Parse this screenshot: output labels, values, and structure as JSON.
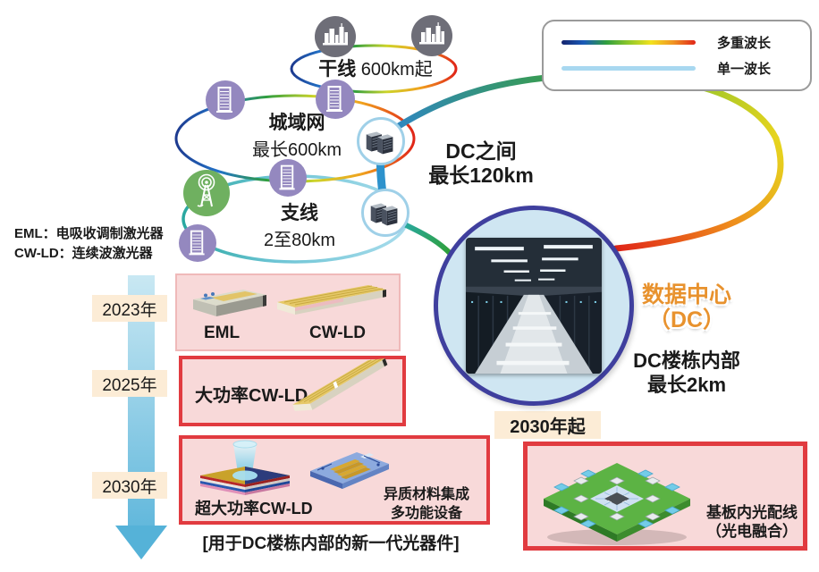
{
  "legend": {
    "items": [
      {
        "label": "多重波长",
        "line_type": "multi-wavelength-gradient"
      },
      {
        "label": "单一波长",
        "line_type": "single-wavelength-blue"
      }
    ]
  },
  "network": {
    "trunk": {
      "name": "干线",
      "distance": "600km起"
    },
    "metro": {
      "name": "城域网",
      "distance": "最长600km"
    },
    "branch": {
      "name": "支线",
      "distance": "2至80km"
    },
    "dc_link": {
      "name": "DC之间",
      "distance": "最长120km"
    },
    "datacenter": {
      "title": "数据中心",
      "title_paren": "（DC）",
      "sub_name": "DC楼栋内部",
      "sub_distance": "最长2km"
    }
  },
  "glossary": {
    "eml": "EML：电吸收调制激光器",
    "cwld": "CW-LD：连续波激光器"
  },
  "roadmap": {
    "years": [
      {
        "label": "2023年"
      },
      {
        "label": "2025年"
      },
      {
        "label": "2030年"
      }
    ],
    "box_2023": {
      "eml_label": "EML",
      "cwld_label": "CW-LD"
    },
    "box_2025": {
      "label": "大功率CW-LD"
    },
    "box_2030": {
      "left_label": "超大功率CW-LD",
      "right_label_1": "异质材料集成",
      "right_label_2": "多功能设备"
    },
    "caption": "[用于DC楼栋内部的新一代光器件]"
  },
  "future": {
    "year_label": "2030年起",
    "label_1": "基板内光配线",
    "label_2": "（光电融合）"
  },
  "colors": {
    "highlight_border_red": "#e13b40",
    "highlight_fill_pink": "#f8d9d9",
    "year_chip_peach": "#fcecd6",
    "dc_title_orange": "#e8922e",
    "timeline_arrow_blue": "#62b8dc",
    "big_circle_border": "#3f3f9e",
    "big_circle_fill": "#cfe6f2",
    "single_wavelength_line": "#a8d8f0",
    "dc_trunk_line_blue": "#2d92cc"
  }
}
